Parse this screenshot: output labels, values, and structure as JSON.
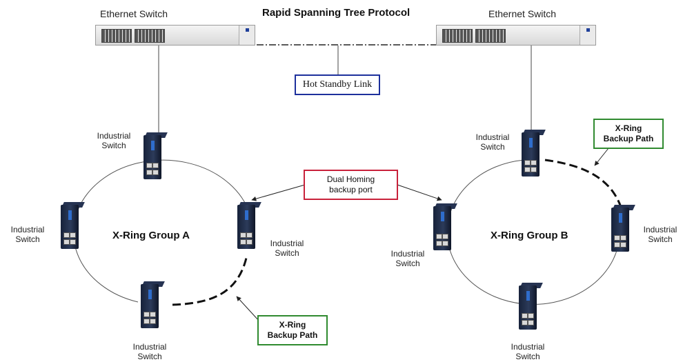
{
  "title": "Rapid Spanning Tree Protocol",
  "ethernet_switches": [
    {
      "label": "Ethernet Switch"
    },
    {
      "label": "Ethernet Switch"
    }
  ],
  "hot_standby_label": "Hot Standby Link",
  "dual_homing_label": [
    "Dual Homing",
    "backup port"
  ],
  "groups": [
    {
      "name": "X-Ring Group A",
      "switch_label": [
        "Industrial",
        "Switch"
      ],
      "backup_label": [
        "X-Ring",
        "Backup Path"
      ]
    },
    {
      "name": "X-Ring Group B",
      "switch_label": [
        "Industrial",
        "Switch"
      ],
      "backup_label": [
        "X-Ring",
        "Backup Path"
      ]
    }
  ],
  "colors": {
    "hot_standby_border": "#1c2f9c",
    "dual_homing_border": "#c8213a",
    "backup_path_border": "#2f8a2f",
    "device_body": "#1a2540"
  }
}
